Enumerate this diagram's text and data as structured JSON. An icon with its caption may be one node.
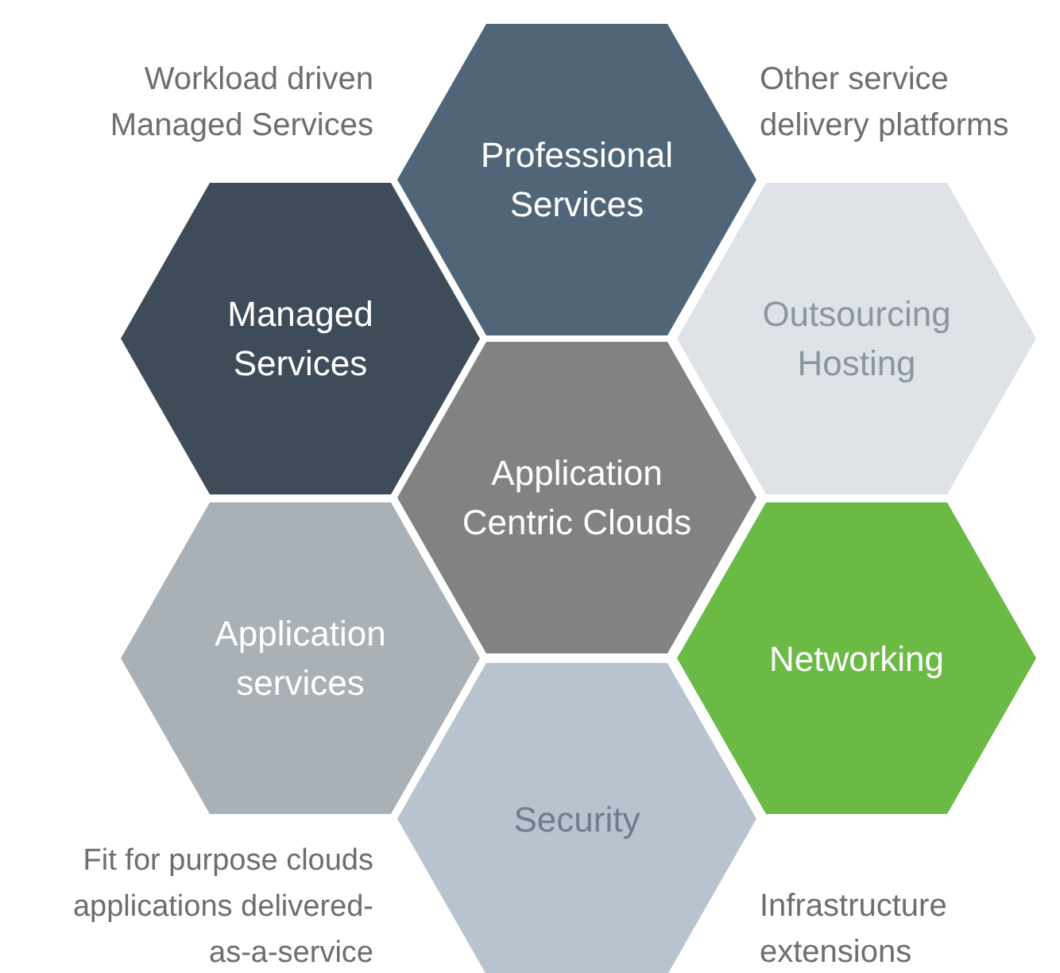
{
  "diagram": {
    "nodes": [
      {
        "text": [
          "Professional Services"
        ]
      },
      {
        "text": [
          "Managed Services"
        ]
      },
      {
        "text": [
          "Outsourcing Hosting"
        ]
      },
      {
        "text": [
          "Application Centric Clouds"
        ]
      },
      {
        "text": [
          "Application services"
        ]
      },
      {
        "text": [
          "Networking"
        ]
      },
      {
        "text": [
          "Security"
        ]
      }
    ],
    "labels": [
      "Workload driven Managed Services",
      "Other service delivery platforms",
      "Fit for purpose clouds applications delivered-as-a-service",
      "Infrastructure extensions"
    ]
  }
}
